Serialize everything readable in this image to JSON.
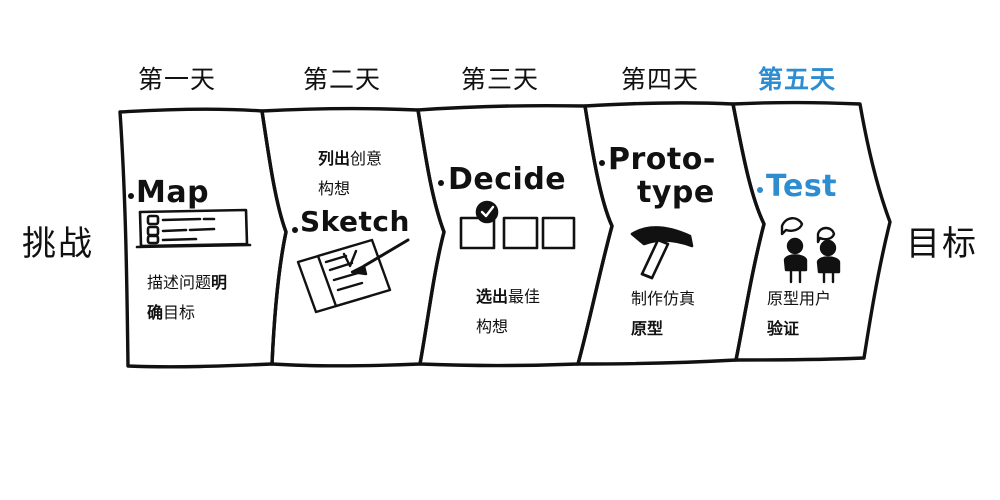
{
  "accent_color": "#2d8dd0",
  "left_label": "挑战",
  "right_label": "目标",
  "stages": [
    {
      "day": "第一天",
      "title": "Map",
      "icon": "whiteboard-list-icon",
      "desc": [
        [
          {
            "t": "描述问题",
            "b": false
          },
          {
            "t": "明",
            "b": true
          }
        ],
        [
          {
            "t": "确",
            "b": true
          },
          {
            "t": "目标",
            "b": false
          }
        ]
      ]
    },
    {
      "day": "第二天",
      "title": "Sketch",
      "icon": "paper-sketch-icon",
      "desc": [
        [
          {
            "t": "列出",
            "b": true
          },
          {
            "t": "创意",
            "b": false
          }
        ],
        [
          {
            "t": "构想",
            "b": false
          }
        ]
      ]
    },
    {
      "day": "第三天",
      "title": "Decide",
      "icon": "checkbox-options-icon",
      "desc": [
        [
          {
            "t": "选出",
            "b": true
          },
          {
            "t": "最佳",
            "b": false
          }
        ],
        [
          {
            "t": "构想",
            "b": false
          }
        ]
      ]
    },
    {
      "day": "第四天",
      "title_lines": [
        "Proto-",
        "type"
      ],
      "icon": "hammer-icon",
      "desc": [
        [
          {
            "t": "制作仿真",
            "b": false
          }
        ],
        [
          {
            "t": "原型",
            "b": true
          }
        ]
      ]
    },
    {
      "day": "第五天",
      "title": "Test",
      "icon": "two-people-talking-icon",
      "highlight": true,
      "desc": [
        [
          {
            "t": "原型用户",
            "b": false
          }
        ],
        [
          {
            "t": "验证",
            "b": true
          }
        ]
      ]
    }
  ]
}
